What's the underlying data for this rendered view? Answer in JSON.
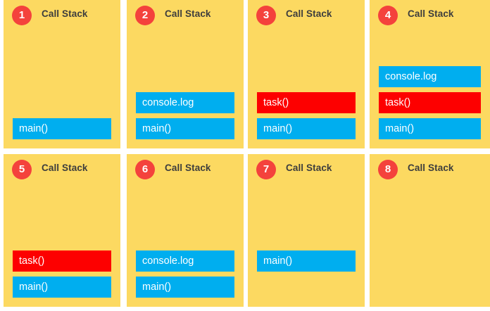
{
  "theme": {
    "panel_bg": "#fcd961",
    "badge_bg": "#f4423c",
    "badge_text": "#ffffff",
    "title_color": "#3d3d3d",
    "frame_blue": "#00aeef",
    "frame_red": "#fd0000",
    "frame_text": "#ffffff",
    "page_bg": "#ffffff"
  },
  "panels": [
    {
      "number": "1",
      "title": "Call Stack",
      "frames": [
        {
          "label": "main()",
          "color": "blue"
        }
      ]
    },
    {
      "number": "2",
      "title": "Call Stack",
      "frames": [
        {
          "label": "console.log",
          "color": "blue"
        },
        {
          "label": "main()",
          "color": "blue"
        }
      ]
    },
    {
      "number": "3",
      "title": "Call Stack",
      "frames": [
        {
          "label": "task()",
          "color": "red"
        },
        {
          "label": "main()",
          "color": "blue"
        }
      ]
    },
    {
      "number": "4",
      "title": "Call Stack",
      "frames": [
        {
          "label": "console.log",
          "color": "blue"
        },
        {
          "label": "task()",
          "color": "red"
        },
        {
          "label": "main()",
          "color": "blue"
        }
      ]
    },
    {
      "number": "5",
      "title": "Call Stack",
      "frames": [
        {
          "label": "task()",
          "color": "red"
        },
        {
          "label": "main()",
          "color": "blue"
        }
      ]
    },
    {
      "number": "6",
      "title": "Call Stack",
      "frames": [
        {
          "label": "console.log",
          "color": "blue"
        },
        {
          "label": "main()",
          "color": "blue"
        }
      ]
    },
    {
      "number": "7",
      "title": "Call Stack",
      "frames": [
        {
          "label": "main()",
          "color": "blue"
        },
        {
          "label": "",
          "color": "spacer"
        }
      ]
    },
    {
      "number": "8",
      "title": "Call Stack",
      "frames": []
    }
  ]
}
